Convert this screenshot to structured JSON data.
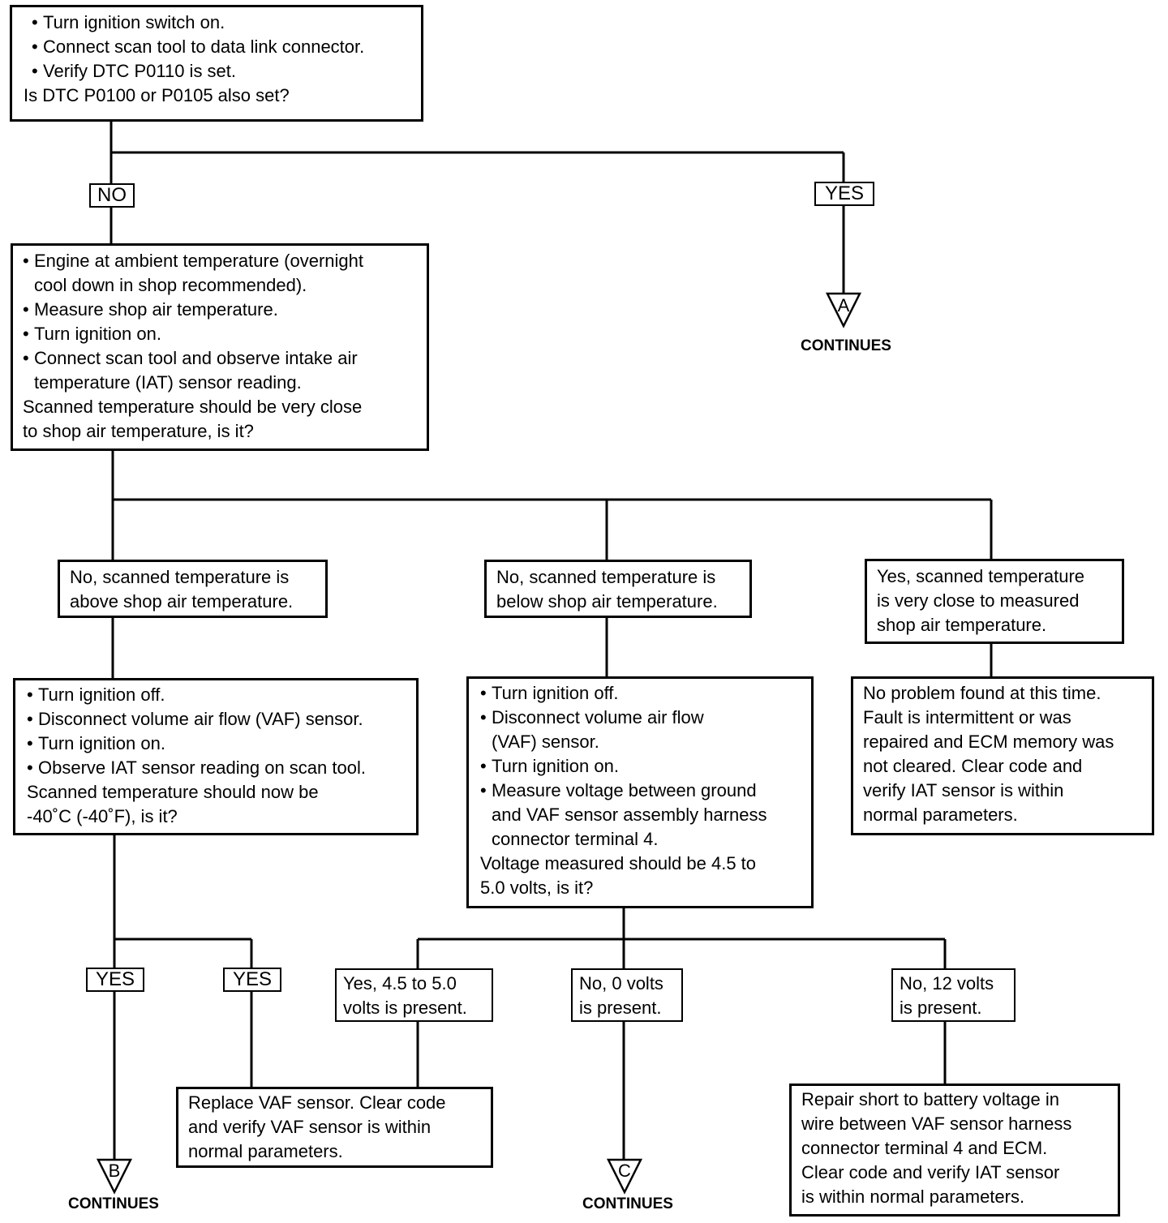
{
  "start": {
    "bullets": [
      "Turn ignition switch on.",
      "Connect scan tool to data link connector.",
      "Verify DTC P0110 is set."
    ],
    "question": "Is DTC P0100 or P0105 also set?"
  },
  "branch1": {
    "no_label": "NO",
    "yes_label": "YES"
  },
  "step2": {
    "bullets": [
      [
        "Engine at ambient temperature (overnight",
        "cool down in shop recommended)."
      ],
      [
        "Measure shop air temperature."
      ],
      [
        "Turn ignition on."
      ],
      [
        "Connect scan tool and observe intake air",
        "temperature (IAT) sensor reading."
      ]
    ],
    "question": [
      "Scanned temperature should be very close",
      "to shop air temperature, is it?"
    ]
  },
  "connector_a": {
    "letter": "A",
    "label": "CONTINUES"
  },
  "result_above": {
    "lines": [
      "No, scanned temperature is",
      "above shop air temperature."
    ]
  },
  "result_below": {
    "lines": [
      "No, scanned temperature is",
      "below shop air temperature."
    ]
  },
  "result_close": {
    "lines": [
      "Yes, scanned temperature",
      "is very close to measured",
      "shop air temperature."
    ]
  },
  "step_above": {
    "bullets": [
      [
        "Turn ignition off."
      ],
      [
        "Disconnect volume air flow (VAF) sensor."
      ],
      [
        "Turn ignition on."
      ],
      [
        "Observe IAT sensor reading on scan tool."
      ]
    ],
    "question": [
      "Scanned temperature should now be",
      "-40˚C (-40˚F), is it?"
    ]
  },
  "step_below": {
    "bullets": [
      [
        "Turn ignition off."
      ],
      [
        "Disconnect volume air flow",
        "(VAF) sensor."
      ],
      [
        "Turn ignition on."
      ],
      [
        "Measure voltage between ground",
        "and VAF sensor assembly harness",
        "connector terminal 4."
      ]
    ],
    "question": [
      "Voltage measured should be 4.5 to",
      "5.0 volts, is it?"
    ]
  },
  "no_problem": {
    "lines": [
      "No problem found at this time.",
      "Fault is intermittent or was",
      "repaired and ECM memory was",
      "not cleared. Clear code and",
      "verify IAT sensor is within",
      "normal parameters."
    ]
  },
  "yes_left_label": "YES",
  "yes_right_label": "YES",
  "volt_yes": {
    "lines": [
      "Yes, 4.5 to 5.0",
      "volts is present."
    ]
  },
  "volt_zero": {
    "lines": [
      "No, 0 volts",
      "is present."
    ]
  },
  "volt_twelve": {
    "lines": [
      "No, 12 volts",
      "is present."
    ]
  },
  "replace_vaf": {
    "lines": [
      "Replace VAF sensor. Clear code",
      "and verify VAF sensor is within",
      "normal parameters."
    ]
  },
  "repair_short": {
    "lines": [
      "Repair short to battery voltage in",
      "wire between VAF sensor harness",
      "connector terminal 4 and ECM.",
      "Clear code and verify IAT sensor",
      "is within normal parameters."
    ]
  },
  "connector_b": {
    "letter": "B",
    "label": "CONTINUES"
  },
  "connector_c": {
    "letter": "C",
    "label": "CONTINUES"
  }
}
